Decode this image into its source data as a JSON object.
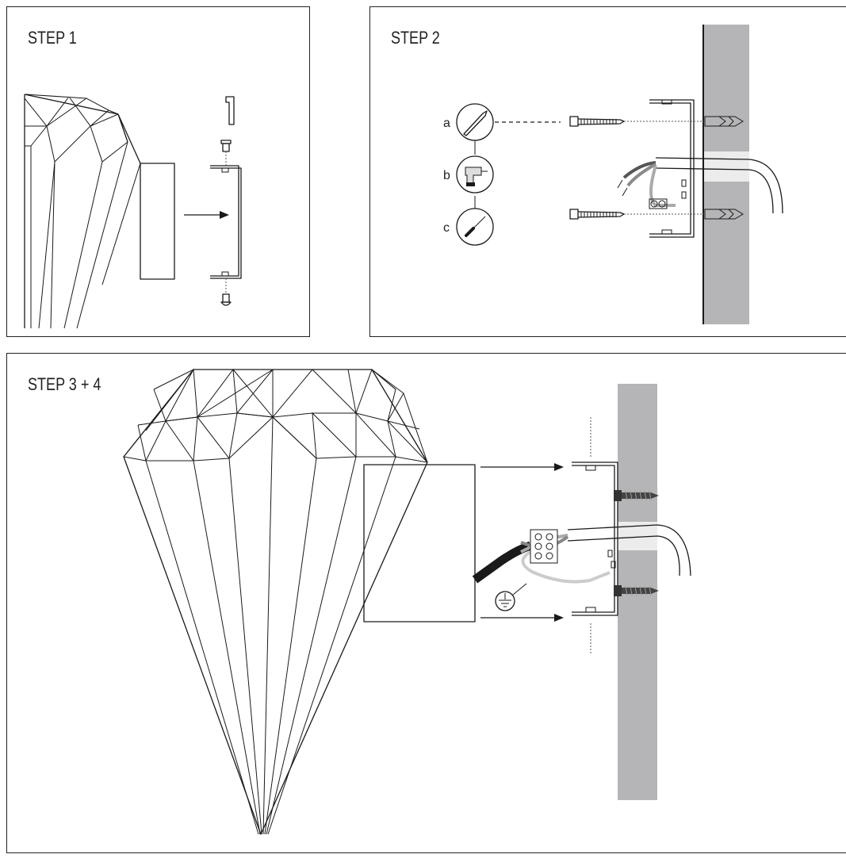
{
  "steps": {
    "step1_title": "STEP 1",
    "step2_title": "STEP 2",
    "step34_title": "STEP 3 + 4"
  },
  "tools": {
    "a": "a",
    "b": "b",
    "c": "c"
  },
  "colors": {
    "wall": "#b5b5b7",
    "line": "#1a1a1a",
    "cable_black": "#1a1a1a",
    "wire_grey": "#8a8a8a",
    "wire_light": "#d0d0d0"
  }
}
